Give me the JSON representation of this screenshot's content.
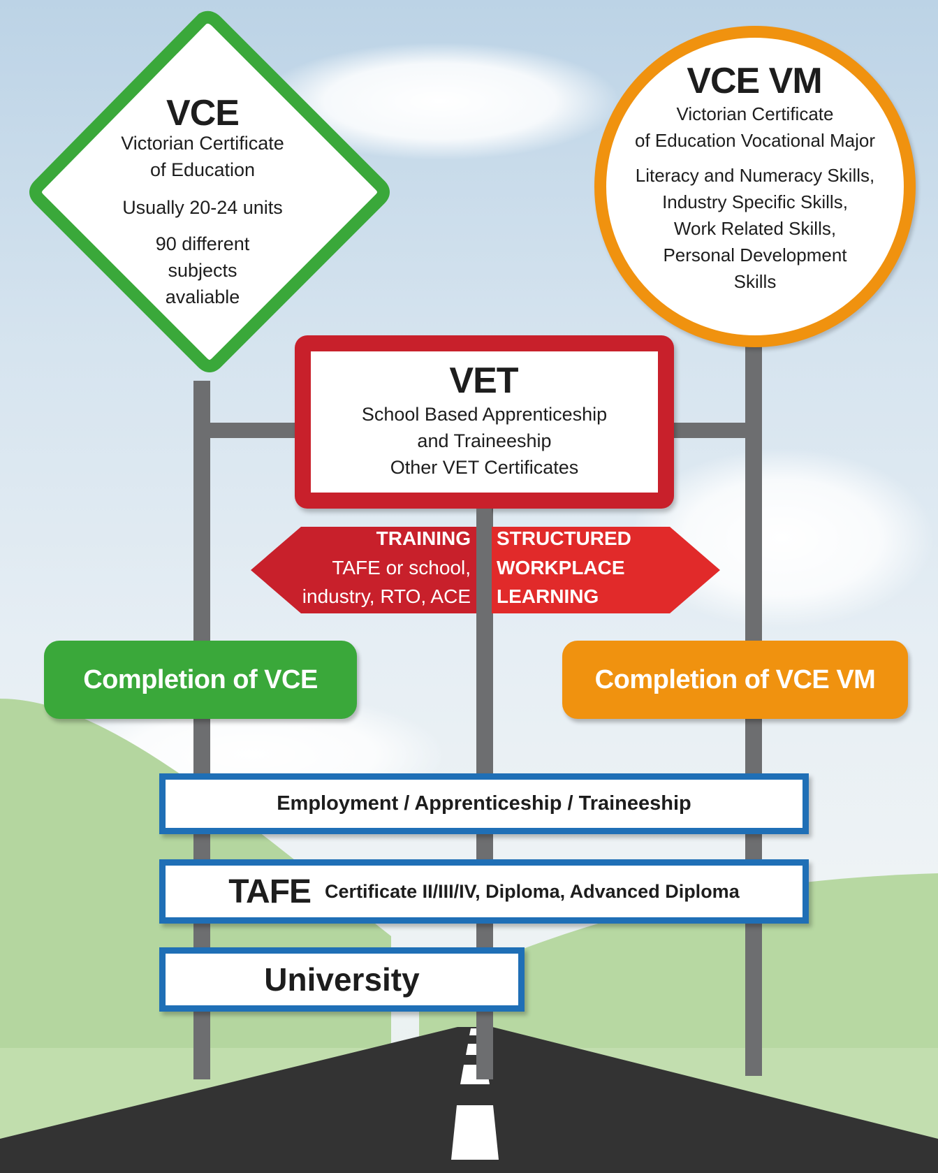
{
  "vce": {
    "title": "VCE",
    "subtitle_line1": "Victorian Certificate",
    "subtitle_line2": "of Education",
    "units": "Usually 20-24 units",
    "subjects_line1": "90 different",
    "subjects_line2": "subjects",
    "subjects_line3": "avaliable",
    "color": "#3aa83a"
  },
  "vce_vm": {
    "title": "VCE VM",
    "subtitle_line1": "Victorian Certificate",
    "subtitle_line2": "of Education Vocational Major",
    "skills_line1": "Literacy and Numeracy Skills,",
    "skills_line2": "Industry Specific Skills,",
    "skills_line3": "Work Related Skills,",
    "skills_line4": "Personal Development",
    "skills_line5": "Skills",
    "color": "#f0920f"
  },
  "vet": {
    "title": "VET",
    "line1": "School Based Apprenticeship",
    "line2": "and Traineeship",
    "line3": "Other VET Certificates",
    "color": "#c8202b"
  },
  "training_arrow": {
    "title": "TRAINING",
    "line1": "TAFE or school,",
    "line2": "industry, RTO, ACE"
  },
  "workplace_arrow": {
    "line1": "STRUCTURED",
    "line2": "WORKPLACE",
    "line3": "LEARNING"
  },
  "completion_vce": {
    "label": "Completion of VCE"
  },
  "completion_vce_vm": {
    "label": "Completion of VCE VM"
  },
  "employment": {
    "label": "Employment / Apprenticeship / Traineeship"
  },
  "tafe": {
    "title": "TAFE",
    "detail": "Certificate II/III/IV, Diploma, Advanced Diploma"
  },
  "university": {
    "label": "University"
  },
  "colors": {
    "pole": "#6d6e70",
    "board_border": "#1f6fb6",
    "road": "#333333",
    "hill": "#a9cf92"
  }
}
